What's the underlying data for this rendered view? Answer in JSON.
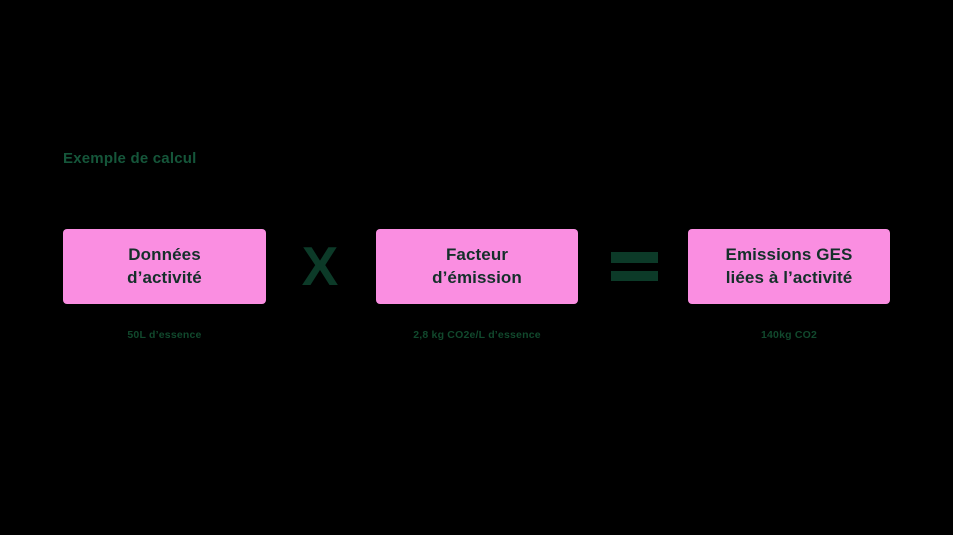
{
  "title": "Exemple de calcul",
  "formula": {
    "boxes": [
      {
        "name": "donnees-activite",
        "label_line1": "Données",
        "label_line2": "d’activité",
        "caption": "50L d’essence"
      },
      {
        "name": "facteur-emission",
        "label_line1": "Facteur",
        "label_line2": "d’émission",
        "caption": "2,8 kg CO2e/L d’essence"
      },
      {
        "name": "emissions-ges",
        "label_line1": "Emissions GES",
        "label_line2": "liées à l’activité",
        "caption": "140kg CO2"
      }
    ],
    "operators": {
      "multiply": "X",
      "equals": "="
    }
  },
  "colors": {
    "background": "#000000",
    "box_fill": "#FA8EE1",
    "box_text": "#14302A",
    "title_green": "#15563A",
    "caption_green": "#11492D",
    "operator_green": "#0C3A28"
  }
}
